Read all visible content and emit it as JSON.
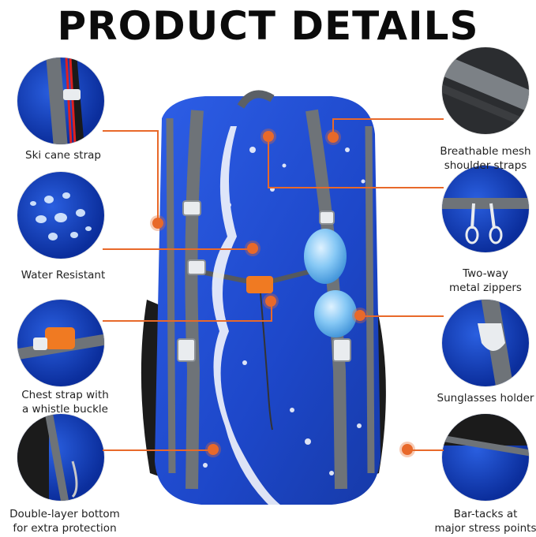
{
  "title": "PRODUCT DETAILS",
  "colors": {
    "accent": "#e8692a",
    "bag_blue": "#1f4fd6",
    "strap_gray": "#6e7378"
  },
  "features": {
    "ski_cane_strap": "Ski cane strap",
    "water_resistant": "Water Resistant",
    "chest_strap_1": "Chest strap with",
    "chest_strap_2": "a whistle buckle",
    "bottom_1": "Double-layer bottom",
    "bottom_2": "for extra protection",
    "mesh_1": "Breathable mesh",
    "mesh_2": "shoulder straps",
    "zippers_1": "Two-way",
    "zippers_2": "metal zippers",
    "sunglasses": "Sunglasses holder",
    "bartacks_1": "Bar-tacks at",
    "bartacks_2": "major stress points"
  }
}
